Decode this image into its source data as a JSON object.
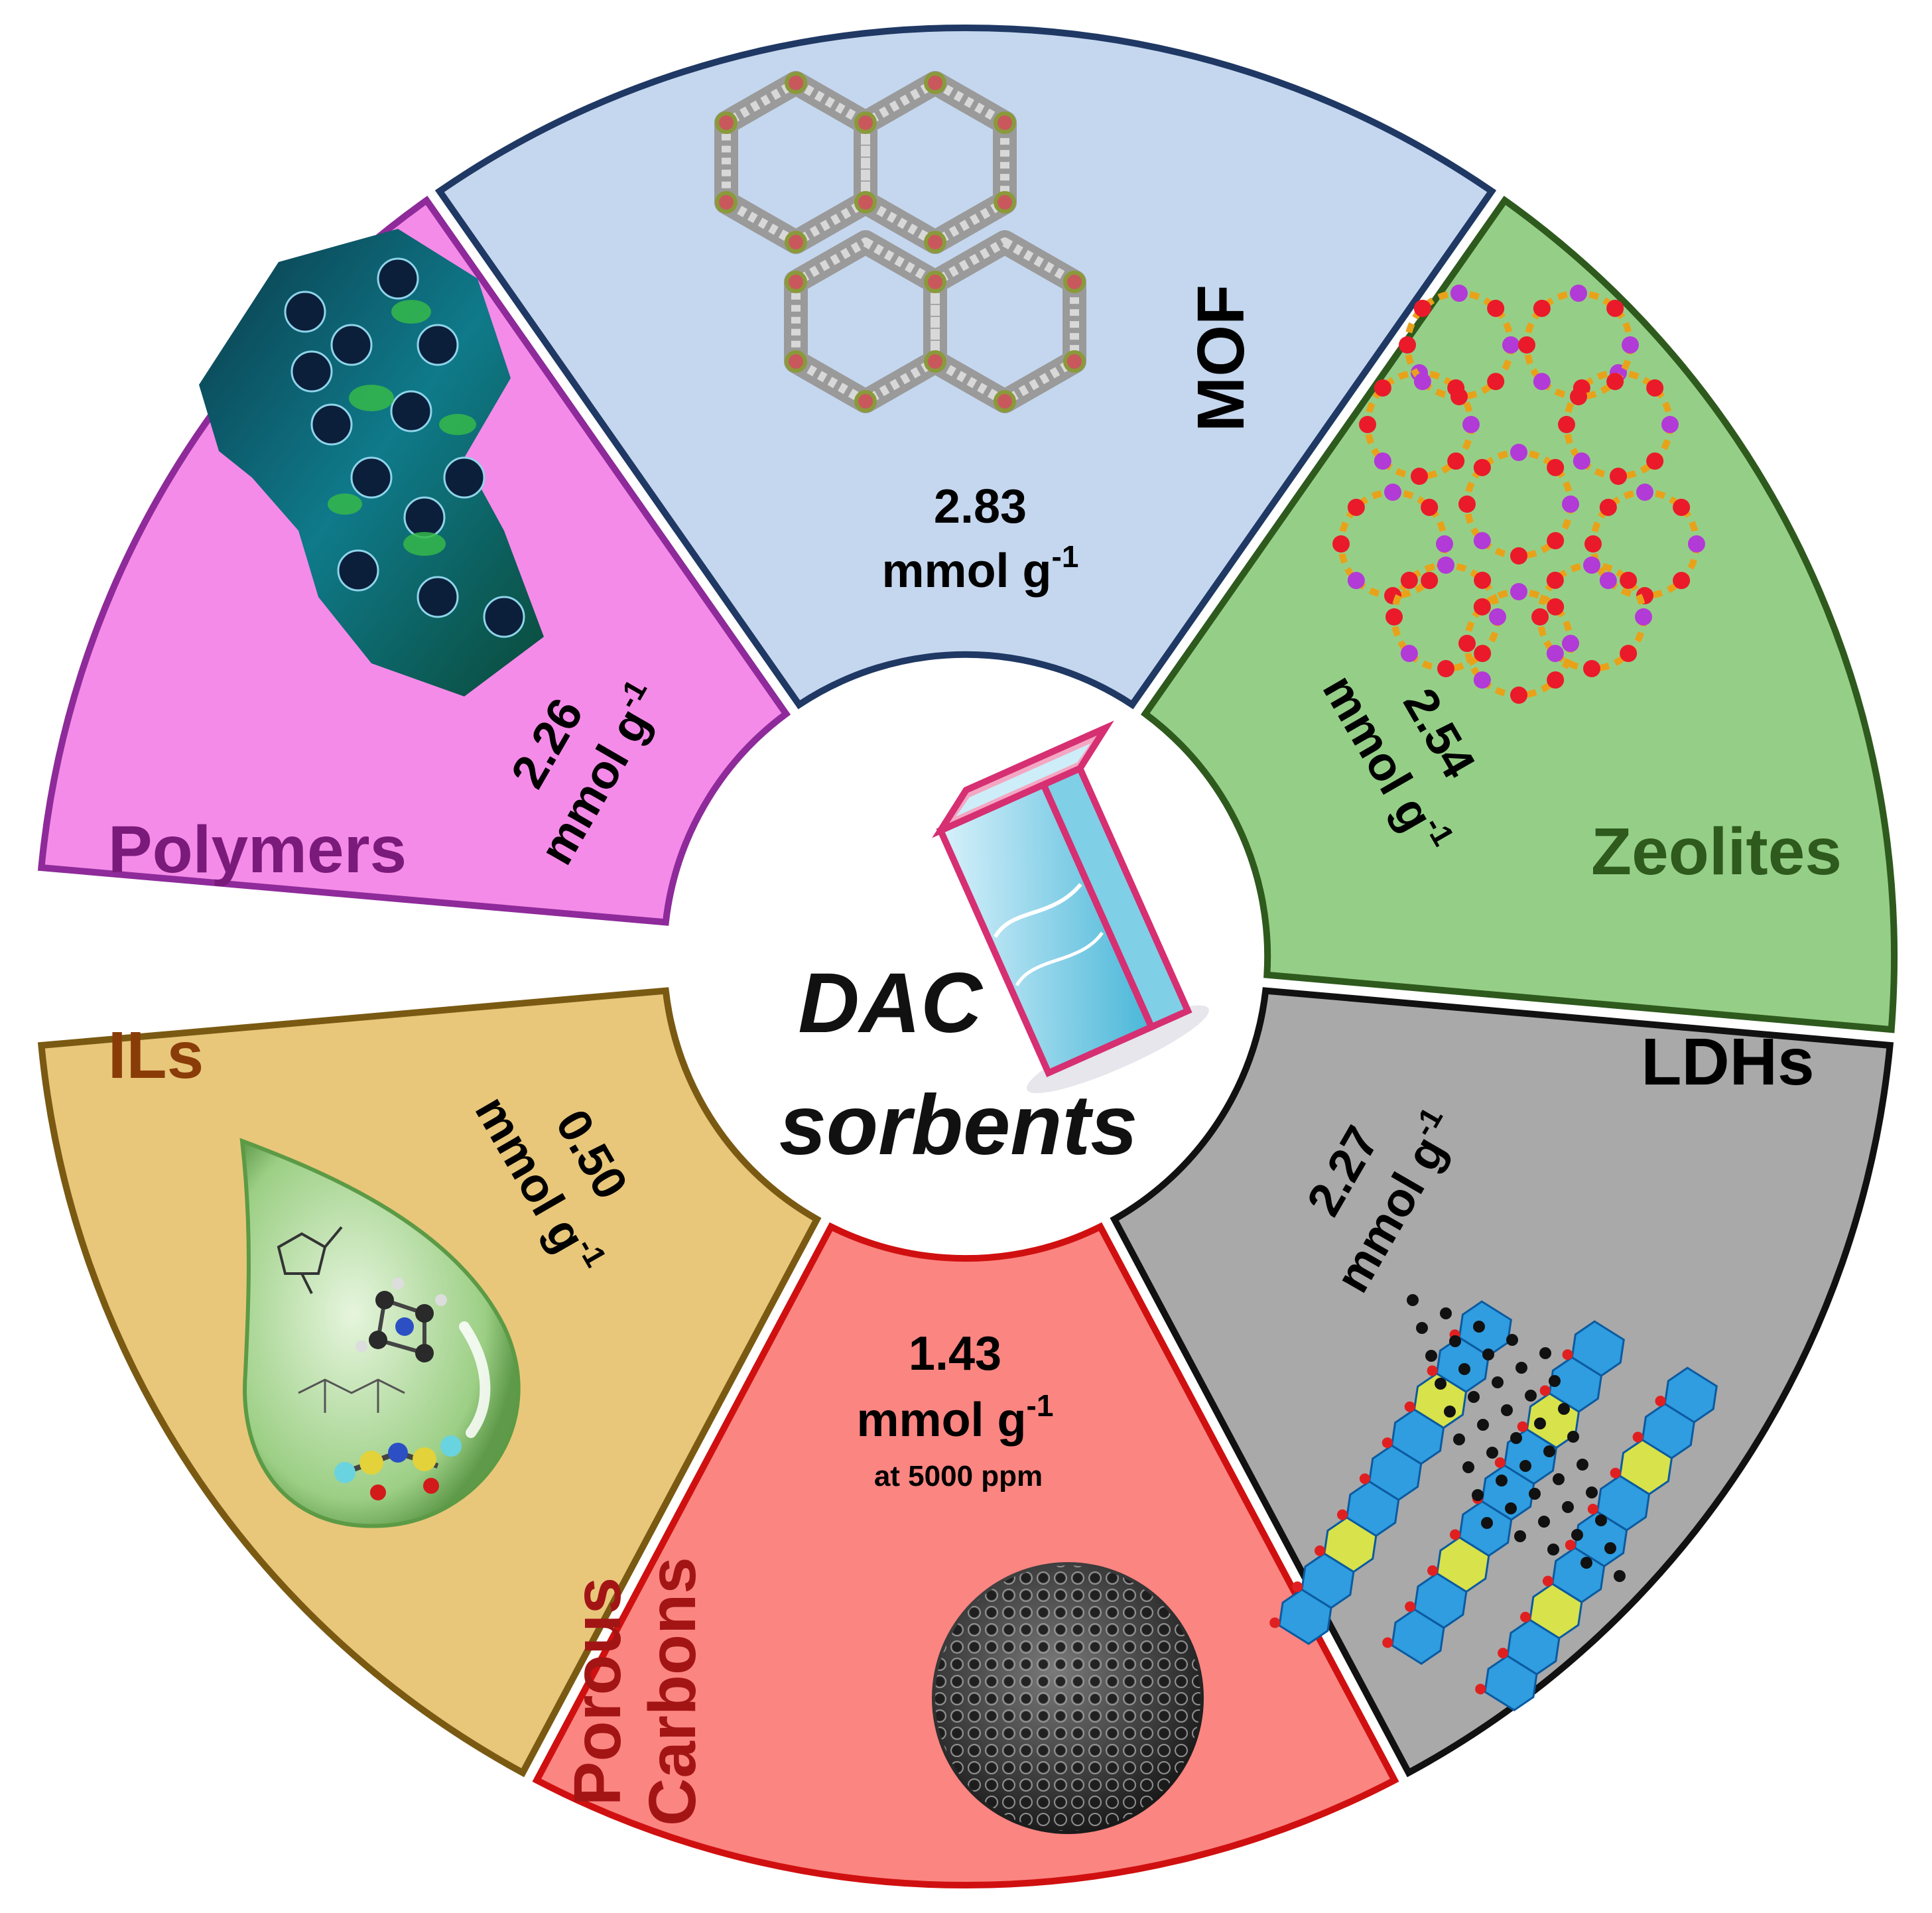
{
  "center": {
    "title_line1": "DAC",
    "title_line2": "sorbents",
    "icon": "sorbent-container-icon"
  },
  "segments": [
    {
      "id": "mof",
      "name": "MOF",
      "value": "2.83",
      "unit": "mmol g",
      "unit_sup": "-1",
      "note": "",
      "fill": "#c5d7ee",
      "stroke": "#1f3864",
      "name_color": "#000000",
      "icon": "mof-honeycomb-structure-icon"
    },
    {
      "id": "zeolites",
      "name": "Zeolites",
      "value": "2.54",
      "unit": "mmol g",
      "unit_sup": "-1",
      "note": "",
      "fill": "#95cf87",
      "stroke": "#2e5a1d",
      "name_color": "#2e5a1d",
      "icon": "zeolite-framework-icon"
    },
    {
      "id": "ldhs",
      "name": "LDHs",
      "value": "2.27",
      "unit": "mmol g",
      "unit_sup": "-1",
      "note": "",
      "fill": "#a9a9a9",
      "stroke": "#111111",
      "name_color": "#000000",
      "icon": "layered-double-hydroxide-icon"
    },
    {
      "id": "porous-carbons",
      "name_line1": "Porous",
      "name_line2": "Carbons",
      "value": "1.43",
      "unit": "mmol g",
      "unit_sup": "-1",
      "note": "at 5000 ppm",
      "fill": "#fb8581",
      "stroke": "#d01010",
      "name_color": "#a31515",
      "icon": "porous-carbon-sphere-icon"
    },
    {
      "id": "ils",
      "name": "ILs",
      "value": "0.50",
      "unit": "mmol g",
      "unit_sup": "-1",
      "note": "",
      "fill": "#e8c77b",
      "stroke": "#7a5a12",
      "name_color": "#8a3c08",
      "icon": "ionic-liquid-droplet-icon"
    },
    {
      "id": "polymers",
      "name": "Polymers",
      "value": "2.26",
      "unit": "mmol g",
      "unit_sup": "-1",
      "note": "",
      "fill": "#f58be8",
      "stroke": "#8e2a9a",
      "name_color": "#7a1a7a",
      "icon": "polymer-network-icon"
    }
  ]
}
